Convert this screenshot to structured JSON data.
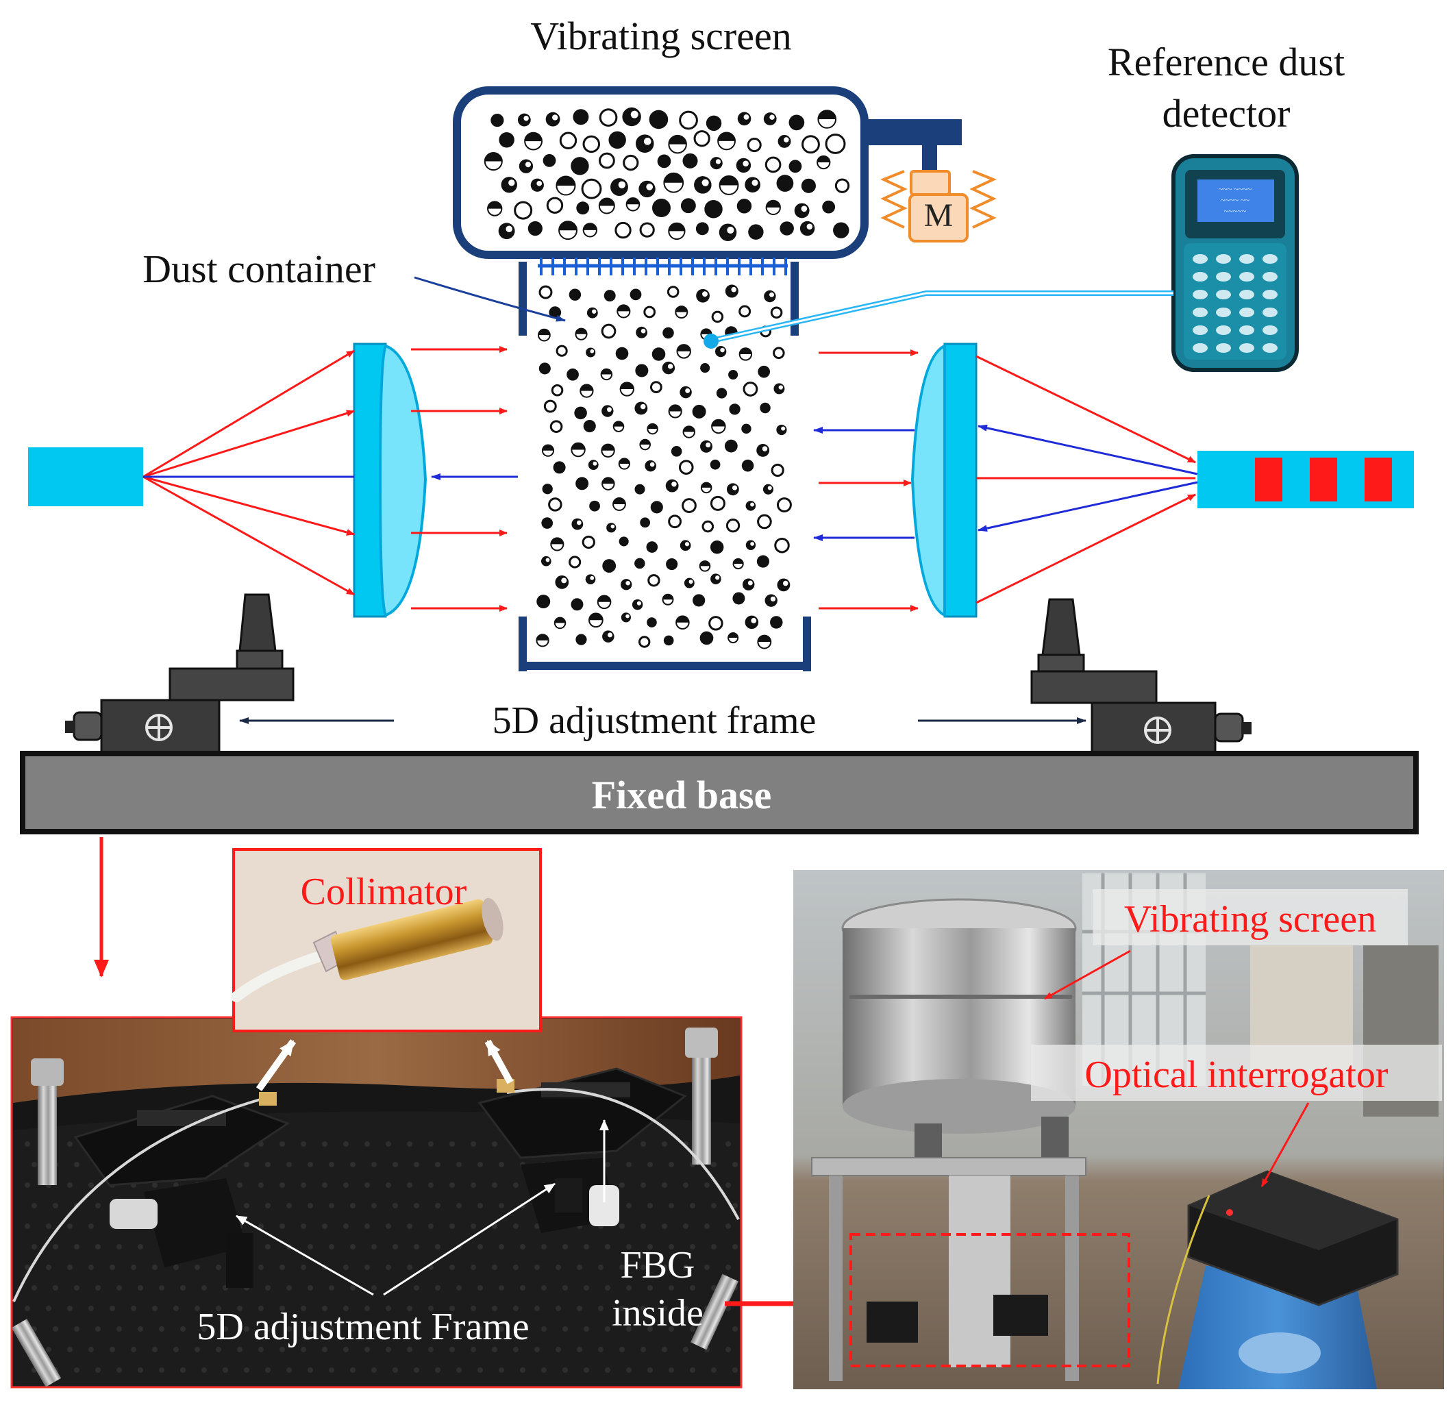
{
  "labels": {
    "vibrating_screen": "Vibrating screen",
    "reference_dust_detector_line1": "Reference dust",
    "reference_dust_detector_line2": "detector",
    "dust_container": "Dust container",
    "motor": "M",
    "adjustment_frame": "5D adjustment frame",
    "fixed_base": "Fixed base"
  },
  "photo_left": {
    "collimator": "Collimator",
    "adjustment_frame": "5D adjustment Frame",
    "fbg_line1": "FBG",
    "fbg_line2": "inside"
  },
  "photo_right": {
    "vibrating_screen": "Vibrating screen",
    "optical_interrogator": "Optical interrogator"
  },
  "colors": {
    "dark_blue": "#1a3f7a",
    "cyan": "#00c8f0",
    "light_cyan": "#6ee0fb",
    "red": "#ff1a1a",
    "blue": "#1f2bd6",
    "motor_orange": "#f08c2a",
    "base_gray": "#808080",
    "frame_gray": "#3f3f3f",
    "annotation_red": "#ff1a1a"
  }
}
